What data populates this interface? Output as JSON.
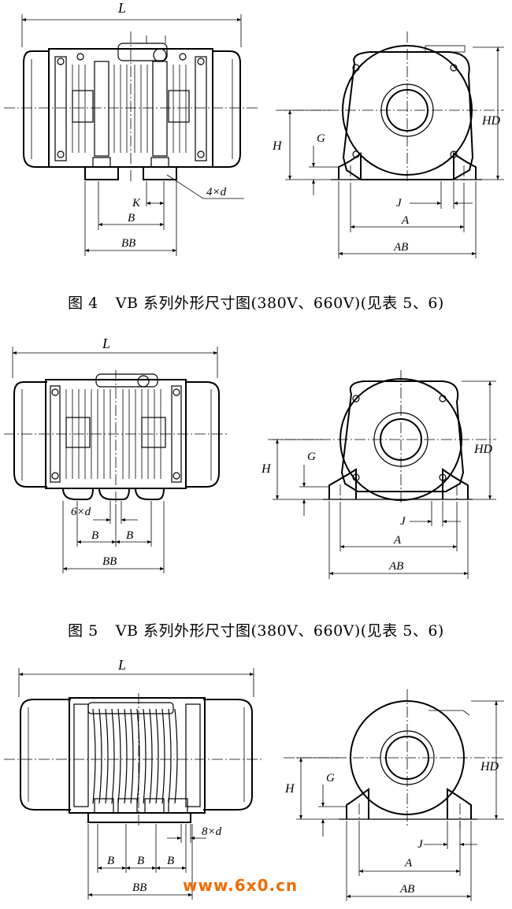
{
  "figures": [
    {
      "id": "fig4",
      "caption_number": "图 4",
      "caption_text": "VB 系列外形尺寸图(380V、660V)(见表 5、6)",
      "side_labels": {
        "L": "L",
        "K": "K",
        "B": "B",
        "BB": "BB",
        "holes": "4×d"
      },
      "front_labels": {
        "H": "H",
        "G": "G",
        "HD": "HD",
        "J": "J",
        "A": "A",
        "AB": "AB"
      }
    },
    {
      "id": "fig5",
      "caption_number": "图 5",
      "caption_text": "VB 系列外形尺寸图(380V、660V)(见表 5、6)",
      "side_labels": {
        "L": "L",
        "holes": "6×d",
        "B1": "B",
        "B2": "B",
        "BB": "BB"
      },
      "front_labels": {
        "H": "H",
        "G": "G",
        "HD": "HD",
        "J": "J",
        "A": "A",
        "AB": "AB"
      }
    },
    {
      "id": "fig6",
      "side_labels": {
        "L": "L",
        "holes": "8×d",
        "B1": "B",
        "B2": "B",
        "B3": "B",
        "BB": "BB"
      },
      "front_labels": {
        "H": "H",
        "G": "G",
        "HD": "HD",
        "J": "J",
        "A": "A",
        "AB": "AB"
      }
    }
  ],
  "watermark": "www.6x0.cn",
  "colors": {
    "line": "#000000",
    "watermark": "#f26b00",
    "background": "#ffffff"
  }
}
